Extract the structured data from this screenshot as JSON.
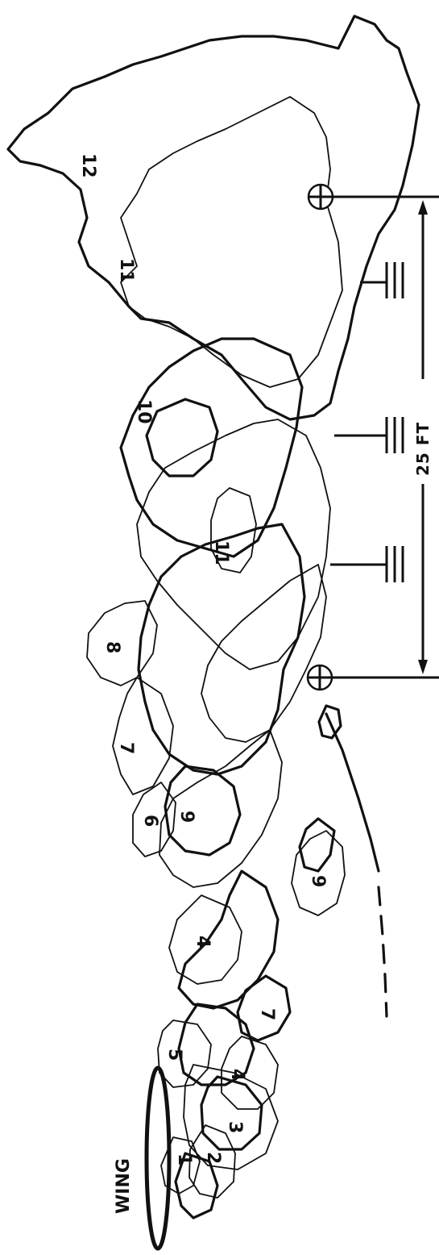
{
  "diagram": {
    "wing_label": "WING",
    "dimension_label": "25 FT",
    "outline_labels": [
      "1",
      "2",
      "3",
      "4",
      "5",
      "4",
      "7",
      "6",
      "9",
      "7",
      "8",
      "9",
      "11",
      "10",
      "11",
      "12"
    ]
  }
}
